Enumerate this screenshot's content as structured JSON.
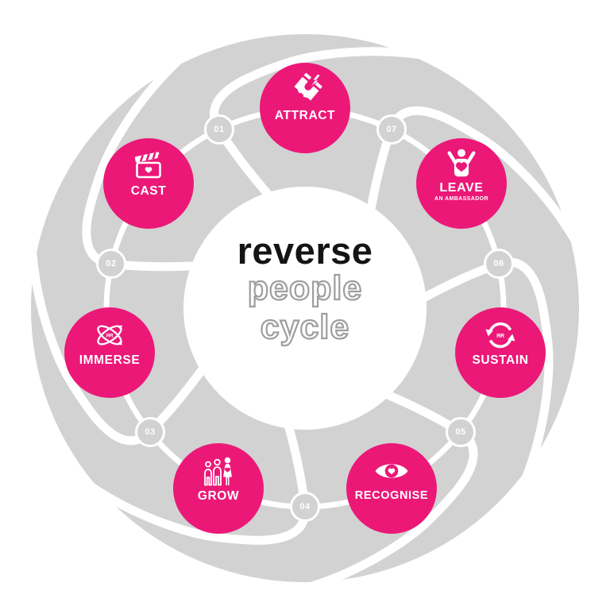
{
  "diagram": {
    "center_title": {
      "line1": "reverse",
      "line2": "people",
      "line3": "cycle"
    },
    "nodes": [
      {
        "label": "ATTRACT",
        "icon": "magnet-icon"
      },
      {
        "label": "LEAVE",
        "sublabel": "AN AMBASSADOR",
        "icon": "ambassador-icon"
      },
      {
        "label": "SUSTAIN",
        "icon": "cycle-arrows-icon"
      },
      {
        "label": "RECOGNISE",
        "icon": "eye-heart-icon"
      },
      {
        "label": "GROW",
        "icon": "people-growth-icon"
      },
      {
        "label": "IMMERSE",
        "icon": "atom-icon"
      },
      {
        "label": "CAST",
        "icon": "clapperboard-icon"
      }
    ],
    "steps": [
      {
        "number": "01"
      },
      {
        "number": "02"
      },
      {
        "number": "03"
      },
      {
        "number": "04"
      },
      {
        "number": "05"
      },
      {
        "number": "06"
      },
      {
        "number": "07"
      }
    ],
    "logo_monogram": "ЯR",
    "colors": {
      "pink": "#EC1878",
      "gray": "#D2D2D2",
      "ring": "#FFFFFF",
      "title_text": "#141414",
      "outline_text": "#9E9E9E"
    }
  }
}
